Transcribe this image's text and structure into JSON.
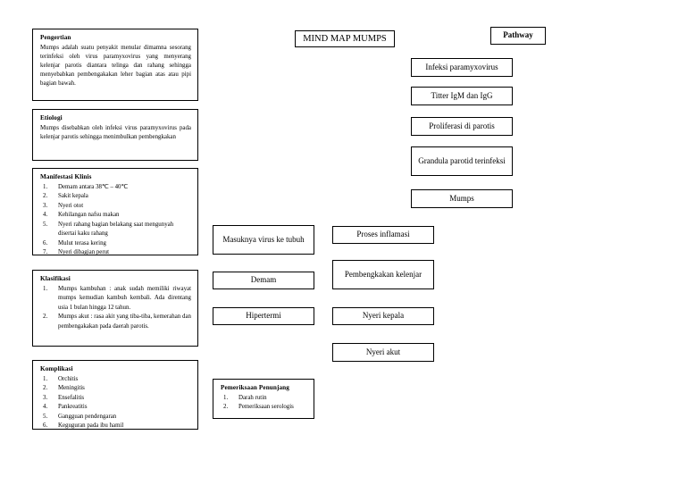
{
  "document": {
    "title": "MIND MAP MUMPS",
    "pathway_label": "Pathway"
  },
  "panels": [
    {
      "id": "pengertian",
      "title": "Pengertian",
      "text": "Mumps adalah suatu penyakit menular dimamna sesorang terinfeksi oleh virus paramyxovirus yang menyerang kelenjar parotis diantara telinga dan rahang sehingga menyebabkan pembengakakan leher bagian atas atau pipi bagian bawah."
    },
    {
      "id": "etiologi",
      "title": "Etiologi",
      "text": "Mumps disebabkan oleh infeksi virus paramyxovirus pada kelenjar parotis sehingga menimbulkan pembengkakan"
    },
    {
      "id": "manifestasi",
      "title": "Manifestasi Klinis",
      "items": [
        "Demam  antara 38℃ – 40℃",
        "Sakit kepala",
        "Nyeri otot",
        "Kehilangan nafsu makan",
        "Nyeri rahang bagian belakang saat mengunyah disertai kaku rahang",
        "Mulut terasa kering",
        "Nyeri dibagian perut"
      ]
    },
    {
      "id": "klasifikasi",
      "title": "Klasifikasi",
      "items": [
        "Mumps kambuhan : anak sudah memiliki riwayat mumps kemudian kambuh kembali. Ada direntang usia 1 bulan hingga 12 tahun.",
        "Mumps akut : rasa akit yang tiba-tiba, kemerahan dan pembengakakan pada  daerah parotis."
      ]
    },
    {
      "id": "komplikasi",
      "title": "Komplikasi",
      "items": [
        "Orchitis",
        "Meningitis",
        "Ensefalitis",
        "Pankreatitis",
        "Gangguan pendengaran",
        "Keguguran pada ibu hamil"
      ]
    },
    {
      "id": "pemeriksaan",
      "title": "Pemeriksaan Penunjang",
      "items": [
        "Darah rutin",
        "Pemeriksaan serologis"
      ]
    }
  ],
  "pathway_chain": [
    {
      "id": "infeksi",
      "label": "Infeksi paramyxovirus"
    },
    {
      "id": "titter",
      "label": "Titter IgM dan IgG"
    },
    {
      "id": "proliferasi",
      "label": "Proliferasi di parotis"
    },
    {
      "id": "grandula",
      "label": "Grandula parotid terinfeksi"
    },
    {
      "id": "mumps",
      "label": "Mumps"
    }
  ],
  "flow_middle": [
    {
      "id": "masuknya",
      "label": "Masuknya virus ke tubuh"
    },
    {
      "id": "demam",
      "label": "Demam"
    },
    {
      "id": "hipertermi",
      "label": "Hipertermi"
    }
  ],
  "flow_right": [
    {
      "id": "proses",
      "label": "Proses inflamasi"
    },
    {
      "id": "pembengkakan",
      "label": "Pembengkakan kelenjar"
    },
    {
      "id": "nyerikepala",
      "label": "Nyeri kepala"
    },
    {
      "id": "nyeriakut",
      "label": "Nyeri akut"
    }
  ],
  "colors": {
    "border": "#000000",
    "background": "#ffffff",
    "text": "#000000"
  }
}
